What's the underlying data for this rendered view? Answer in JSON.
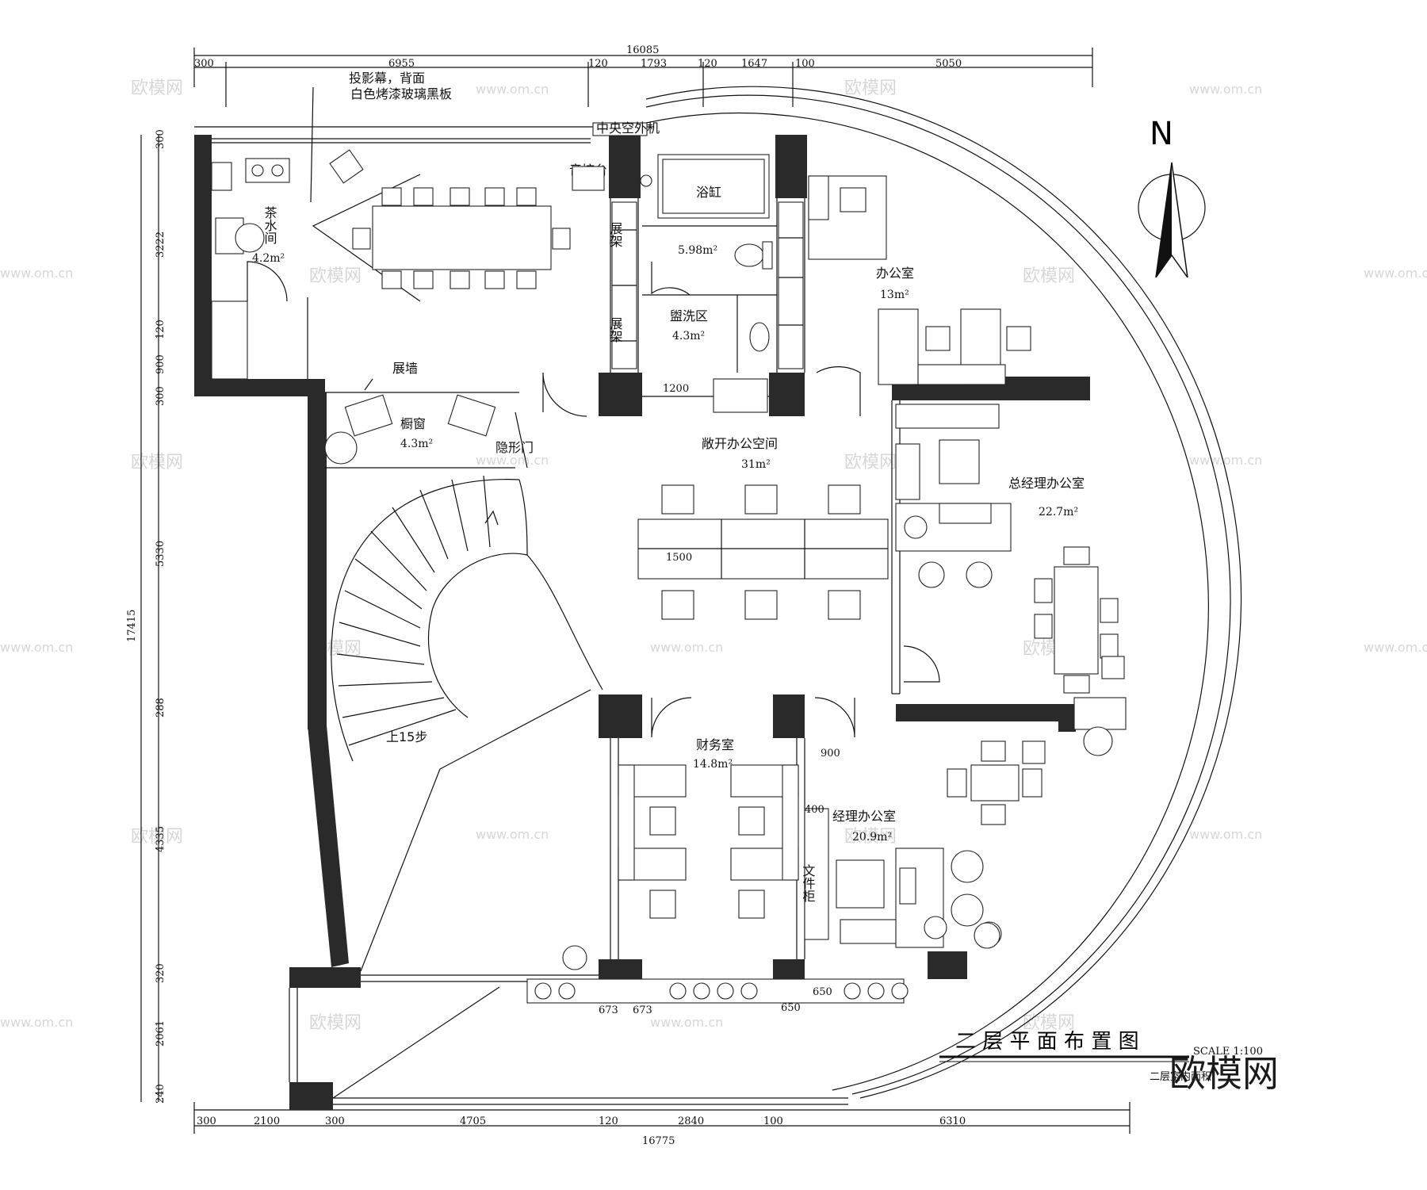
{
  "title": "二 层 平 面 布 置 图",
  "scale_note": "SCALE 1:100",
  "area_note": "二层室内面积:",
  "north_label": "N",
  "watermark_logo": "欧模网",
  "watermark_url": "www.om.cn",
  "rooms": [
    {
      "id": "tea",
      "name": "茶水间",
      "area": "4.2m²"
    },
    {
      "id": "meeting",
      "note1": "投影幕，背面",
      "note2": "白色烤漆玻璃黑板"
    },
    {
      "id": "console",
      "name": "音控台"
    },
    {
      "id": "ac",
      "name": "中央空外机"
    },
    {
      "id": "bath",
      "name": "浴缸",
      "area": "5.98m²"
    },
    {
      "id": "wash",
      "name": "盥洗区",
      "area": "4.3m²"
    },
    {
      "id": "shelf",
      "name1": "展架",
      "name2": "展架"
    },
    {
      "id": "office",
      "name": "办公室",
      "area": "13m²"
    },
    {
      "id": "display_wall",
      "name": "展墙"
    },
    {
      "id": "window",
      "name": "橱窗",
      "area": "4.3m²"
    },
    {
      "id": "hidden_door",
      "name": "隐形门"
    },
    {
      "id": "open_office",
      "name": "敞开办公空间",
      "area": "31m²"
    },
    {
      "id": "gm",
      "name": "总经理办公室",
      "area": "22.7m²"
    },
    {
      "id": "finance",
      "name": "财务室",
      "area": "14.8m²"
    },
    {
      "id": "manager",
      "name": "经理办公室",
      "area": "20.9m²"
    },
    {
      "id": "cabinet",
      "name": "文件柜"
    },
    {
      "id": "stairs",
      "name": "上15步"
    }
  ],
  "dimensions": {
    "top_total": "16085",
    "top": [
      "300",
      "6955",
      "120",
      "1793",
      "120",
      "1647",
      "100",
      "5050"
    ],
    "bottom_total": "16775",
    "bottom": [
      "300",
      "2100",
      "300",
      "4705",
      "120",
      "2840",
      "100",
      "6310"
    ],
    "left_total": "17415",
    "left": [
      "300",
      "3222",
      "120",
      "900",
      "300",
      "5330",
      "288",
      "4335",
      "320",
      "2061",
      "240"
    ],
    "inner": [
      "1200",
      "1500",
      "900",
      "400",
      "650",
      "650",
      "673",
      "673"
    ]
  },
  "colors": {
    "wall": "#2a2a2a",
    "line": "#111111",
    "watermark": "#d7d7d7"
  }
}
